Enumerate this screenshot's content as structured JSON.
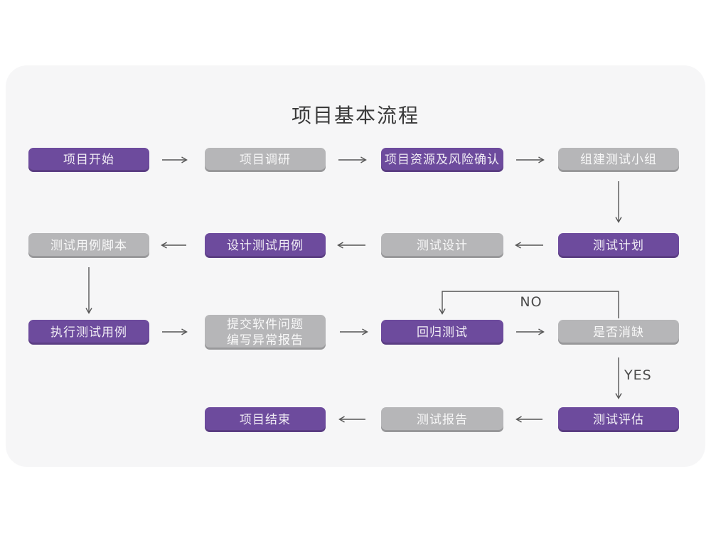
{
  "title": "项目基本流程",
  "colors": {
    "purple": "#6d4b9d",
    "gray": "#b6b6b8",
    "arrow": "#555555",
    "card_bg": "#f6f6f7",
    "page_bg": "#ffffff",
    "title_color": "#3b3b3b"
  },
  "branch_labels": {
    "no": "NO",
    "yes": "YES"
  },
  "nodes": [
    {
      "label": "项目开始",
      "variant": "purple"
    },
    {
      "label": "项目调研",
      "variant": "gray"
    },
    {
      "label": "项目资源及风险确认",
      "variant": "purple"
    },
    {
      "label": "组建测试小组",
      "variant": "gray"
    },
    {
      "label": "测试计划",
      "variant": "purple"
    },
    {
      "label": "测试设计",
      "variant": "gray"
    },
    {
      "label": "设计测试用例",
      "variant": "purple"
    },
    {
      "label": "测试用例脚本",
      "variant": "gray"
    },
    {
      "label": "执行测试用例",
      "variant": "purple"
    },
    {
      "label": "提交软件问题\n编写异常报告",
      "variant": "gray"
    },
    {
      "label": "回归测试",
      "variant": "purple"
    },
    {
      "label": "是否消缺",
      "variant": "gray"
    },
    {
      "label": "测试评估",
      "variant": "purple"
    },
    {
      "label": "测试报告",
      "variant": "gray"
    },
    {
      "label": "项目结束",
      "variant": "purple"
    }
  ]
}
